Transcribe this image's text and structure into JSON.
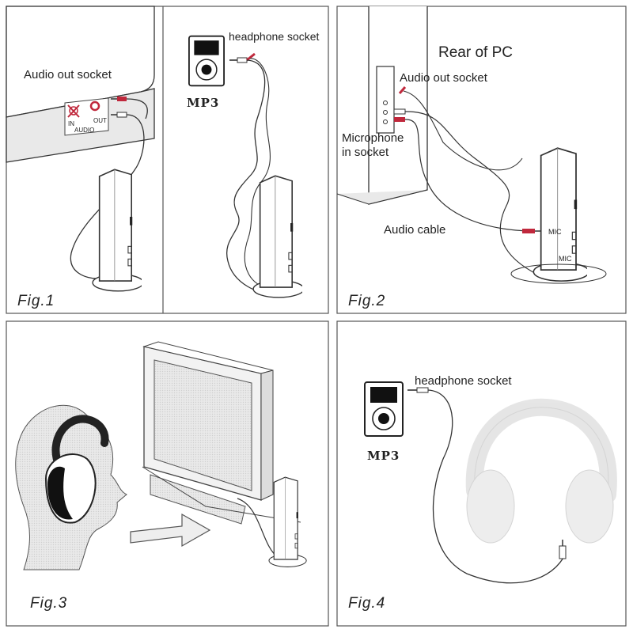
{
  "figures": {
    "fig1": {
      "caption": "Fig.1",
      "audio_out_label": "Audio out socket",
      "panel_in": "IN",
      "panel_out": "OUT",
      "panel_audio": "AUDIO",
      "headphone_socket_label": "headphone socket",
      "mp3_label": "MP3"
    },
    "fig2": {
      "caption": "Fig.2",
      "rear_label": "Rear of PC",
      "audio_out_label": "Audio out socket",
      "mic_label_line1": "Microphone",
      "mic_label_line2": "in socket",
      "cable_label": "Audio cable",
      "mic_tag_1": "MIC",
      "mic_tag_2": "MIC"
    },
    "fig3": {
      "caption": "Fig.3"
    },
    "fig4": {
      "caption": "Fig.4",
      "headphone_socket_label": "headphone socket",
      "mp3_label": "MP3"
    }
  },
  "colors": {
    "plug_red": "#c0283c",
    "line": "#333333",
    "wall": "#e7e7e7",
    "soft_gray": "#bdbdbd"
  },
  "icons": [
    "transmitter-icon",
    "mp3-player-icon",
    "headphones-icon",
    "monitor-icon",
    "head-silhouette-icon",
    "arrow-icon",
    "plug-icon"
  ]
}
